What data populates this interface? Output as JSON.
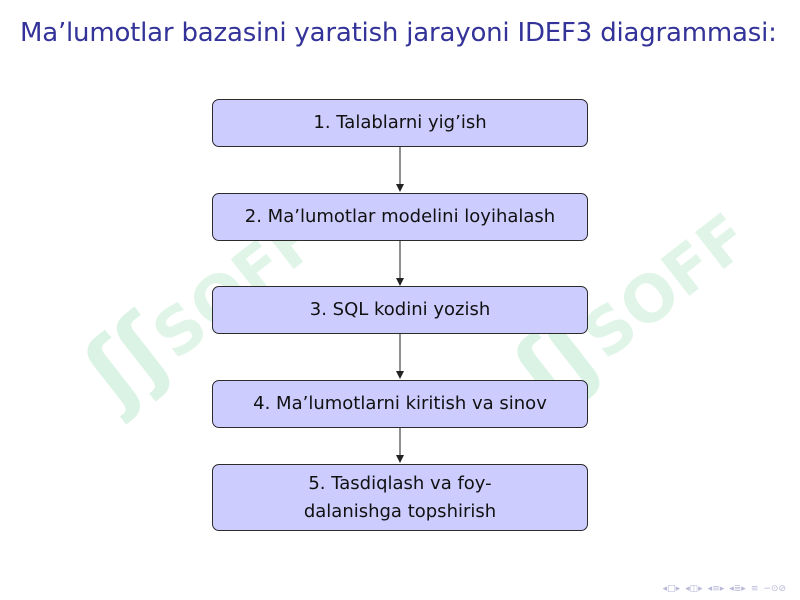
{
  "title": "Ma’lumotlar bazasini yaratish jarayoni IDEF3 diagrammasi:",
  "steps": [
    {
      "text": "1.  Talablarni yig’ish"
    },
    {
      "text": "2.  Ma’lumotlar modelini loyihalash"
    },
    {
      "text": "3.  SQL kodini yozish"
    },
    {
      "text": "4.  Ma’lumotlarni kiritish va sinov"
    },
    {
      "line1": "5.  Tasdiqlash va foy-",
      "line2": "dalanishga topshirish"
    }
  ],
  "watermark": {
    "text": "SOFF",
    "mark": "ʃʃ"
  },
  "colors": {
    "title": "#333399",
    "box_fill": "#ccccff",
    "box_border": "#2b2b2b",
    "arrow": "#222222",
    "watermark": "#c7eed6"
  },
  "nav_icons": [
    "first-frame-icon",
    "prev-frame-icon",
    "prev-section-icon",
    "next-section-icon",
    "prev-subsection-icon",
    "next-subsection-icon",
    "align-icon",
    "search-icon"
  ]
}
